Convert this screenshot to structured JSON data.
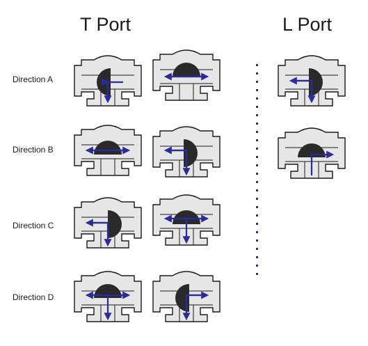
{
  "headings": {
    "t_port": "T Port",
    "l_port": "L Port"
  },
  "directions": [
    "Direction A",
    "Direction B",
    "Direction C",
    "Direction D"
  ],
  "colors": {
    "arrow": "#2b2ba0",
    "ball": "#2a2a2a",
    "outline": "#1a1a1a",
    "body": "#e6e6e6",
    "divider": "#2a2a8a"
  }
}
